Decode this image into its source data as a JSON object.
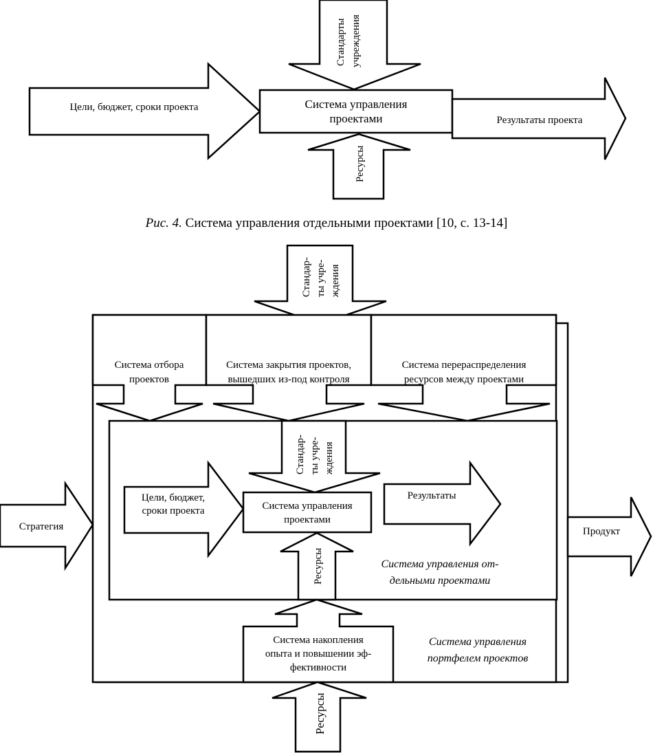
{
  "figure4": {
    "caption_prefix": "Рис. 4.",
    "caption_text": " Система управления отдельными проектами [10, с. 13-14]",
    "input_arrow": "Цели, бюджет, сроки проекта",
    "top_arrow": [
      "Стандарты",
      "учреждения"
    ],
    "bottom_arrow": "Ресурсы",
    "center_box": [
      "Система управления",
      "проектами"
    ],
    "output_arrow": "Результаты  проекта"
  },
  "figure5": {
    "top_arrow": [
      "Стандар-",
      "ты учре-",
      "ждения"
    ],
    "top_blocks": [
      [
        "Система отбора",
        "проектов"
      ],
      [
        "Система закрытия проектов,",
        "вышедших из-под контроля"
      ],
      [
        "Система перераспределения",
        "ресурсов между проектами"
      ]
    ],
    "inner": {
      "top_arrow": [
        "Стандар-",
        "ты учре-",
        "ждения"
      ],
      "input_arrow": [
        "Цели, бюджет,",
        "сроки проекта"
      ],
      "center_box": [
        "Система управления",
        "проектами"
      ],
      "output_arrow": "Результаты",
      "bottom_arrow": "Ресурсы",
      "label": [
        "Система управления от-",
        "дельными проектами"
      ]
    },
    "strategy_arrow": "Стратегия",
    "product_arrow": "Продукт",
    "experience_block": [
      "Система накопления",
      "опыта и повышении эф-",
      "фективности"
    ],
    "outer_label": [
      "Система управления",
      "портфелем проектов"
    ],
    "bottom_arrow": "Ресурсы"
  }
}
